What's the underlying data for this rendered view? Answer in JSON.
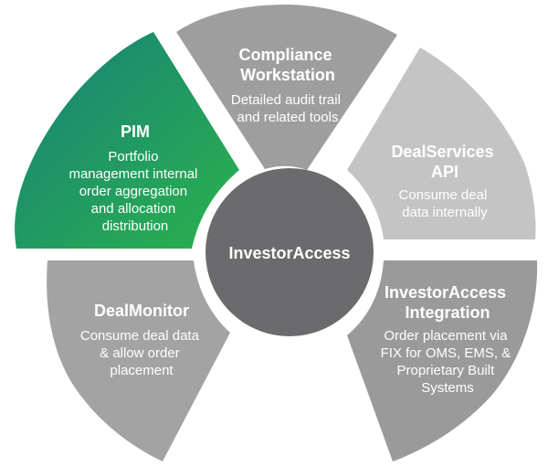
{
  "hub": {
    "title": "InvestorAccess",
    "color": "#6b6b6e"
  },
  "segments": [
    {
      "title_lines": [
        "PIM"
      ],
      "desc_lines": [
        "Portfolio",
        "management internal",
        "order aggregation",
        "and allocation",
        "distribution"
      ],
      "colors": [
        "#17807a",
        "#2bb24c"
      ]
    },
    {
      "title_lines": [
        "Compliance",
        "Workstation"
      ],
      "desc_lines": [
        "Detailed audit trail",
        "and related tools"
      ],
      "colors": [
        "#9e9e9e"
      ]
    },
    {
      "title_lines": [
        "DealServices",
        "API"
      ],
      "desc_lines": [
        "Consume deal",
        "data internally"
      ],
      "colors": [
        "#c4c4c4"
      ]
    },
    {
      "title_lines": [
        "InvestorAccess",
        "Integration"
      ],
      "desc_lines": [
        "Order placement via",
        "FIX for OMS, EMS, &",
        "Proprietary Built",
        "Systems"
      ],
      "colors": [
        "#9a9a9a"
      ]
    },
    {
      "title_lines": [
        "DealMonitor"
      ],
      "desc_lines": [
        "Consume deal data",
        "& allow order",
        "placement"
      ],
      "colors": [
        "#a3a3a3"
      ]
    }
  ]
}
